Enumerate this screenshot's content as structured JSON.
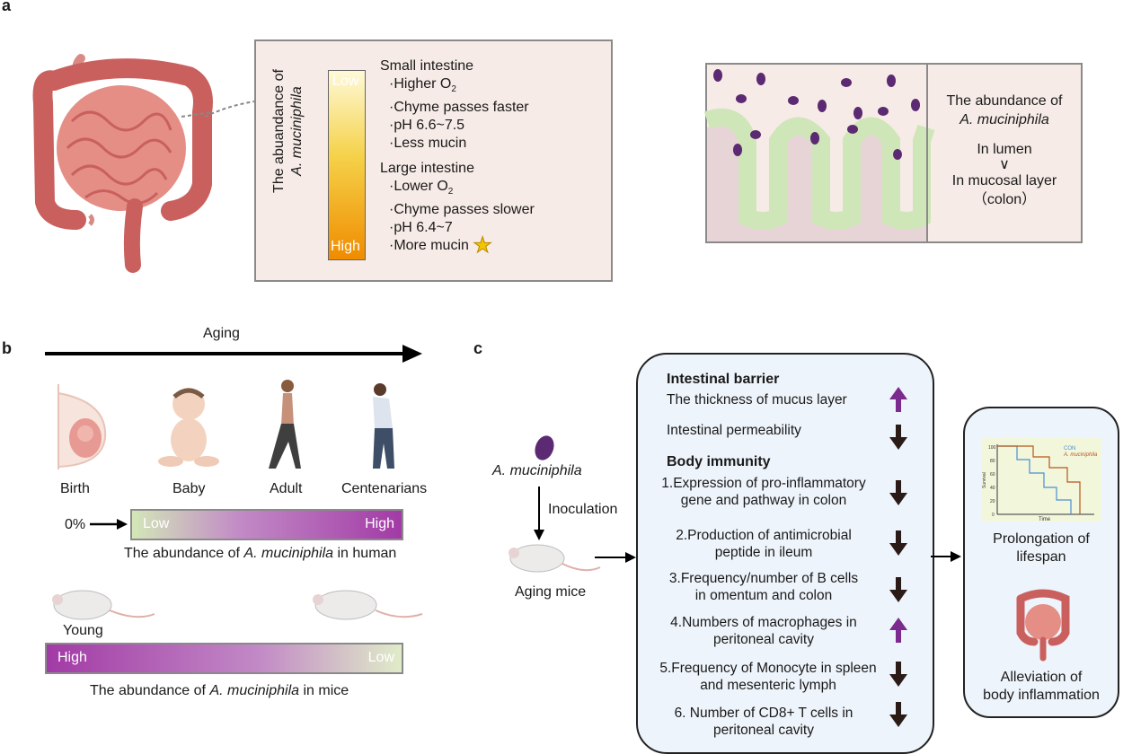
{
  "panel_a": {
    "label": "a",
    "yaxis_line1": "The abuandance of",
    "yaxis_line2": "A. muciniphila",
    "scale_low": "Low",
    "scale_high": "High",
    "small": {
      "title": "Small intestine",
      "items": [
        "·Higher O",
        "·Chyme passes faster",
        "·pH 6.6~7.5",
        "·Less mucin"
      ],
      "o2_sub": "2"
    },
    "large": {
      "title": "Large intestine",
      "items": [
        "·Lower O",
        "·Chyme passes slower",
        "·pH 6.4~7",
        "·More mucin"
      ],
      "o2_sub": "2"
    },
    "mucosa": {
      "line1": "The abundance of",
      "line2": "A. muciniphila",
      "line3": "In lumen",
      "line4": "∨",
      "line5": "In mucosal layer",
      "line6": "（colon）"
    }
  },
  "panel_b": {
    "label": "b",
    "aging": "Aging",
    "stages": [
      "Birth",
      "Baby",
      "Adult",
      "Centenarians"
    ],
    "zero": "0%",
    "human_low": "Low",
    "human_high": "High",
    "human_caption_pre": "The abundance of ",
    "human_caption_ital": "A. muciniphila",
    "human_caption_post": " in human",
    "young": "Young",
    "mice_high": "High",
    "mice_low": "Low",
    "mice_caption_pre": "The abundance of ",
    "mice_caption_ital": "A. muciniphila",
    "mice_caption_post": " in mice"
  },
  "panel_c": {
    "label": "c",
    "bacterium": "A. muciniphila",
    "inoculation": "Inoculation",
    "aging_mice": "Aging mice",
    "barrier_title": "Intestinal barrier",
    "mucus": "The thickness of mucus layer",
    "permeability": "Intestinal permeability",
    "immunity_title": "Body immunity",
    "items": [
      {
        "l1": "1.Expression of pro-inflammatory",
        "l2": "gene and pathway in colon",
        "dir": "down"
      },
      {
        "l1": "2.Production of antimicrobial",
        "l2": "peptide in ileum",
        "dir": "down"
      },
      {
        "l1": "3.Frequency/number of B cells",
        "l2": "in  omentum and colon",
        "dir": "down"
      },
      {
        "l1": "4.Numbers of macrophages in",
        "l2": "peritoneal cavity",
        "dir": "up"
      },
      {
        "l1": "5.Frequency of Monocyte in spleen",
        "l2": "and mesenteric lymph",
        "dir": "down"
      },
      {
        "l1": "6. Number of CD8+ T cells in",
        "l2": "peritoneal cavity",
        "dir": "down"
      }
    ],
    "outcome1_l1": "Prolongation of",
    "outcome1_l2": "lifespan",
    "outcome2_l1": "Alleviation of",
    "outcome2_l2": "body inflammation",
    "km": {
      "legend_con": "CON",
      "legend_akk": "A. muciniphila",
      "ylabel": "Survival",
      "xlabel": "Time",
      "yticks": [
        "100",
        "80",
        "60",
        "40",
        "20",
        "0"
      ]
    }
  },
  "colors": {
    "up_arrow": "#7b2a8e",
    "down_arrow": "#2a1b17",
    "bacteria": "#5b2a72",
    "gradient_yellow": "#fff3a0",
    "gradient_orange": "#f08c00",
    "human_grad_start": "#d3e7b8",
    "human_grad_end": "#a23aa6"
  }
}
